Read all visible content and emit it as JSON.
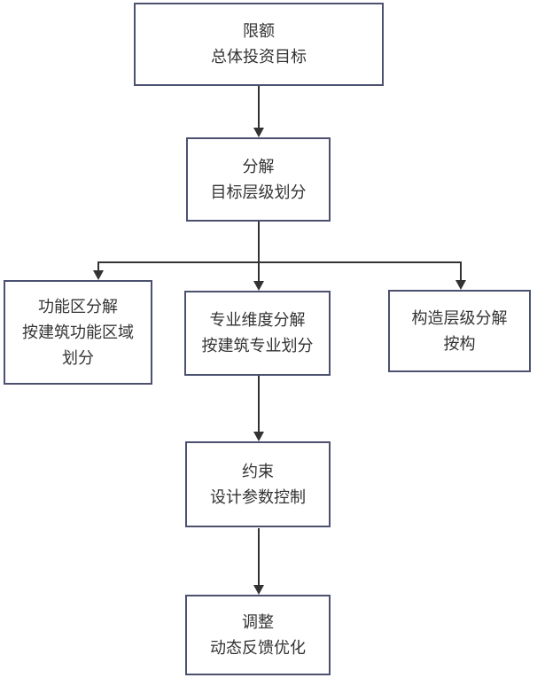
{
  "colors": {
    "background": "#ffffff",
    "box_border": "#4c5170",
    "box_fill": "#ffffff",
    "connector": "#333333",
    "text": "#333333"
  },
  "nodes": {
    "quota": {
      "lines": [
        "限额",
        "总体投资目标"
      ]
    },
    "decompose": {
      "lines": [
        "分解",
        "目标层级划分"
      ]
    },
    "functional": {
      "lines": [
        "功能区分解",
        "按建筑功能区域",
        "划分"
      ]
    },
    "discipline": {
      "lines": [
        "专业维度分解",
        "按建筑专业划分"
      ]
    },
    "construction": {
      "lines": [
        "构造层级分解",
        "按构"
      ]
    },
    "constraint": {
      "lines": [
        "约束",
        "设计参数控制"
      ]
    },
    "adjust": {
      "lines": [
        "调整",
        "动态反馈优化"
      ]
    }
  }
}
